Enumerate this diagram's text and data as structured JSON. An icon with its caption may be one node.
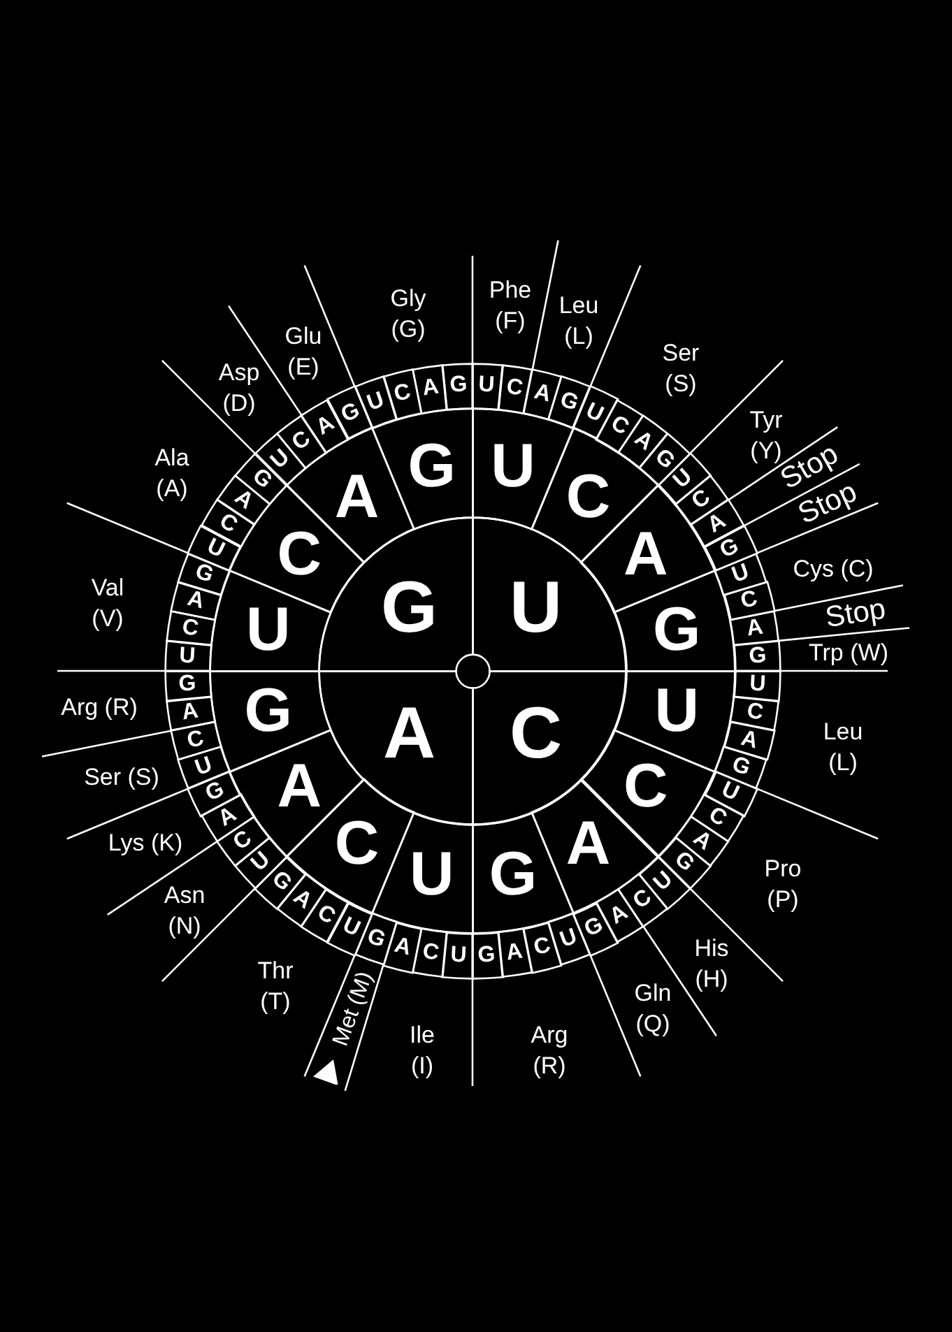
{
  "diagram": {
    "nodes": [
      {
        "text": [
          "U"
        ]
      },
      {
        "text": [
          "C"
        ]
      },
      {
        "text": [
          "A"
        ]
      },
      {
        "text": [
          "G"
        ]
      },
      {
        "text": [
          "U"
        ]
      },
      {
        "text": [
          "C"
        ]
      },
      {
        "text": [
          "A"
        ]
      },
      {
        "text": [
          "G"
        ]
      },
      {
        "text": [
          "U"
        ]
      },
      {
        "text": [
          "C"
        ]
      },
      {
        "text": [
          "A"
        ]
      },
      {
        "text": [
          "G"
        ]
      },
      {
        "text": [
          "U"
        ]
      },
      {
        "text": [
          "C"
        ]
      },
      {
        "text": [
          "A"
        ]
      },
      {
        "text": [
          "G"
        ]
      },
      {
        "text": [
          "U"
        ]
      },
      {
        "text": [
          "C"
        ]
      },
      {
        "text": [
          "A"
        ]
      },
      {
        "text": [
          "G"
        ]
      },
      {
        "text": [
          "U"
        ]
      },
      {
        "text": [
          "C"
        ]
      },
      {
        "text": [
          "A"
        ]
      },
      {
        "text": [
          "G"
        ]
      },
      {
        "text": [
          "U"
        ]
      },
      {
        "text": [
          "C"
        ]
      },
      {
        "text": [
          "A"
        ]
      },
      {
        "text": [
          "G"
        ]
      },
      {
        "text": [
          "U"
        ]
      },
      {
        "text": [
          "C"
        ]
      },
      {
        "text": [
          "A"
        ]
      },
      {
        "text": [
          "G"
        ]
      },
      {
        "text": [
          "U"
        ]
      },
      {
        "text": [
          "C"
        ]
      },
      {
        "text": [
          "A"
        ]
      },
      {
        "text": [
          "G"
        ]
      },
      {
        "text": [
          "U"
        ]
      },
      {
        "text": [
          "C"
        ]
      },
      {
        "text": [
          "A"
        ]
      },
      {
        "text": [
          "G"
        ]
      },
      {
        "text": [
          "U"
        ]
      },
      {
        "text": [
          "C"
        ]
      },
      {
        "text": [
          "A"
        ]
      },
      {
        "text": [
          "G"
        ]
      },
      {
        "text": [
          "U"
        ]
      },
      {
        "text": [
          "C"
        ]
      },
      {
        "text": [
          "A"
        ]
      },
      {
        "text": [
          "G"
        ]
      },
      {
        "text": [
          "U"
        ]
      },
      {
        "text": [
          "C"
        ]
      },
      {
        "text": [
          "A"
        ]
      },
      {
        "text": [
          "G"
        ]
      },
      {
        "text": [
          "U"
        ]
      },
      {
        "text": [
          "C"
        ]
      },
      {
        "text": [
          "A"
        ]
      },
      {
        "text": [
          "G"
        ]
      },
      {
        "text": [
          "U"
        ]
      },
      {
        "text": [
          "C"
        ]
      },
      {
        "text": [
          "A"
        ]
      },
      {
        "text": [
          "G"
        ]
      },
      {
        "text": [
          "U"
        ]
      },
      {
        "text": [
          "C"
        ]
      },
      {
        "text": [
          "A"
        ]
      },
      {
        "text": [
          "G"
        ]
      },
      {
        "text": [
          "U"
        ]
      },
      {
        "text": [
          "C"
        ]
      },
      {
        "text": [
          "A"
        ]
      },
      {
        "text": [
          "G"
        ]
      },
      {
        "text": [
          "U"
        ]
      },
      {
        "text": [
          "C"
        ]
      },
      {
        "text": [
          "A"
        ]
      },
      {
        "text": [
          "G"
        ]
      },
      {
        "text": [
          "U"
        ]
      },
      {
        "text": [
          "C"
        ]
      },
      {
        "text": [
          "A"
        ]
      },
      {
        "text": [
          "G"
        ]
      },
      {
        "text": [
          "U"
        ]
      },
      {
        "text": [
          "C"
        ]
      },
      {
        "text": [
          "A"
        ]
      },
      {
        "text": [
          "G"
        ]
      },
      {
        "text": [
          "U"
        ]
      },
      {
        "text": [
          "C"
        ]
      },
      {
        "text": [
          "A"
        ]
      },
      {
        "text": [
          "G"
        ]
      },
      {
        "text": [
          "Phe (F)"
        ]
      },
      {
        "text": [
          "Leu (L)"
        ]
      },
      {
        "text": [
          "Ser (S)"
        ]
      },
      {
        "text": [
          "Tyr (Y)"
        ]
      },
      {
        "text": [
          "Stop"
        ]
      },
      {
        "text": [
          "Stop"
        ]
      },
      {
        "text": [
          "Cys (C)"
        ]
      },
      {
        "text": [
          "Stop"
        ]
      },
      {
        "text": [
          "Trp (W)"
        ]
      },
      {
        "text": [
          "Leu (L)"
        ]
      },
      {
        "text": [
          "Pro (P)"
        ]
      },
      {
        "text": [
          "His (H)"
        ]
      },
      {
        "text": [
          "Gln (Q)"
        ]
      },
      {
        "text": [
          "Arg (R)"
        ]
      },
      {
        "text": [
          "Ile (I)"
        ]
      },
      {
        "text": [
          "Met (M)"
        ]
      },
      {
        "text": [
          "Thr (T)"
        ]
      },
      {
        "text": [
          "Asn (N)"
        ]
      },
      {
        "text": [
          "Lys (K)"
        ]
      },
      {
        "text": [
          "Ser (S)"
        ]
      },
      {
        "text": [
          "Arg (R)"
        ]
      },
      {
        "text": [
          "Val (V)"
        ]
      },
      {
        "text": [
          "Ala (A)"
        ]
      },
      {
        "text": [
          "Asp (D)"
        ]
      },
      {
        "text": [
          "Glu (E)"
        ]
      },
      {
        "text": [
          "Gly (G)"
        ]
      }
    ]
  }
}
